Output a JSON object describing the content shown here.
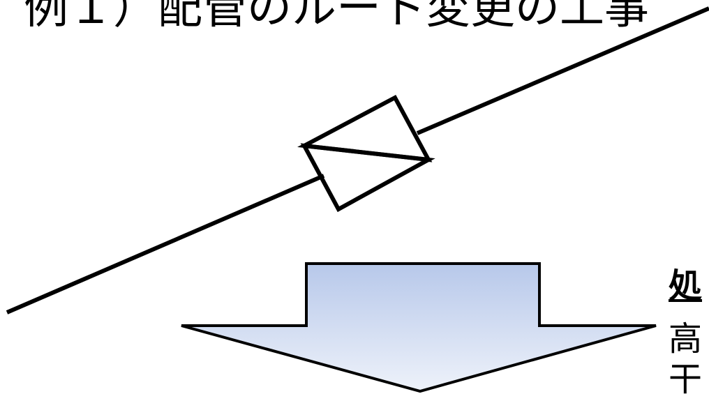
{
  "title": "例１）配管のルート変更の工事",
  "note": {
    "heading": "処",
    "lines": [
      "高",
      "干"
    ]
  },
  "colors": {
    "line": "#000000",
    "arrow_fill_top": "#b7c8ea",
    "arrow_fill_bottom": "#eef2fa",
    "arrow_stroke": "#000000"
  },
  "icons": {
    "valve": "gate-valve-icon",
    "arrow": "down-arrow-icon"
  }
}
